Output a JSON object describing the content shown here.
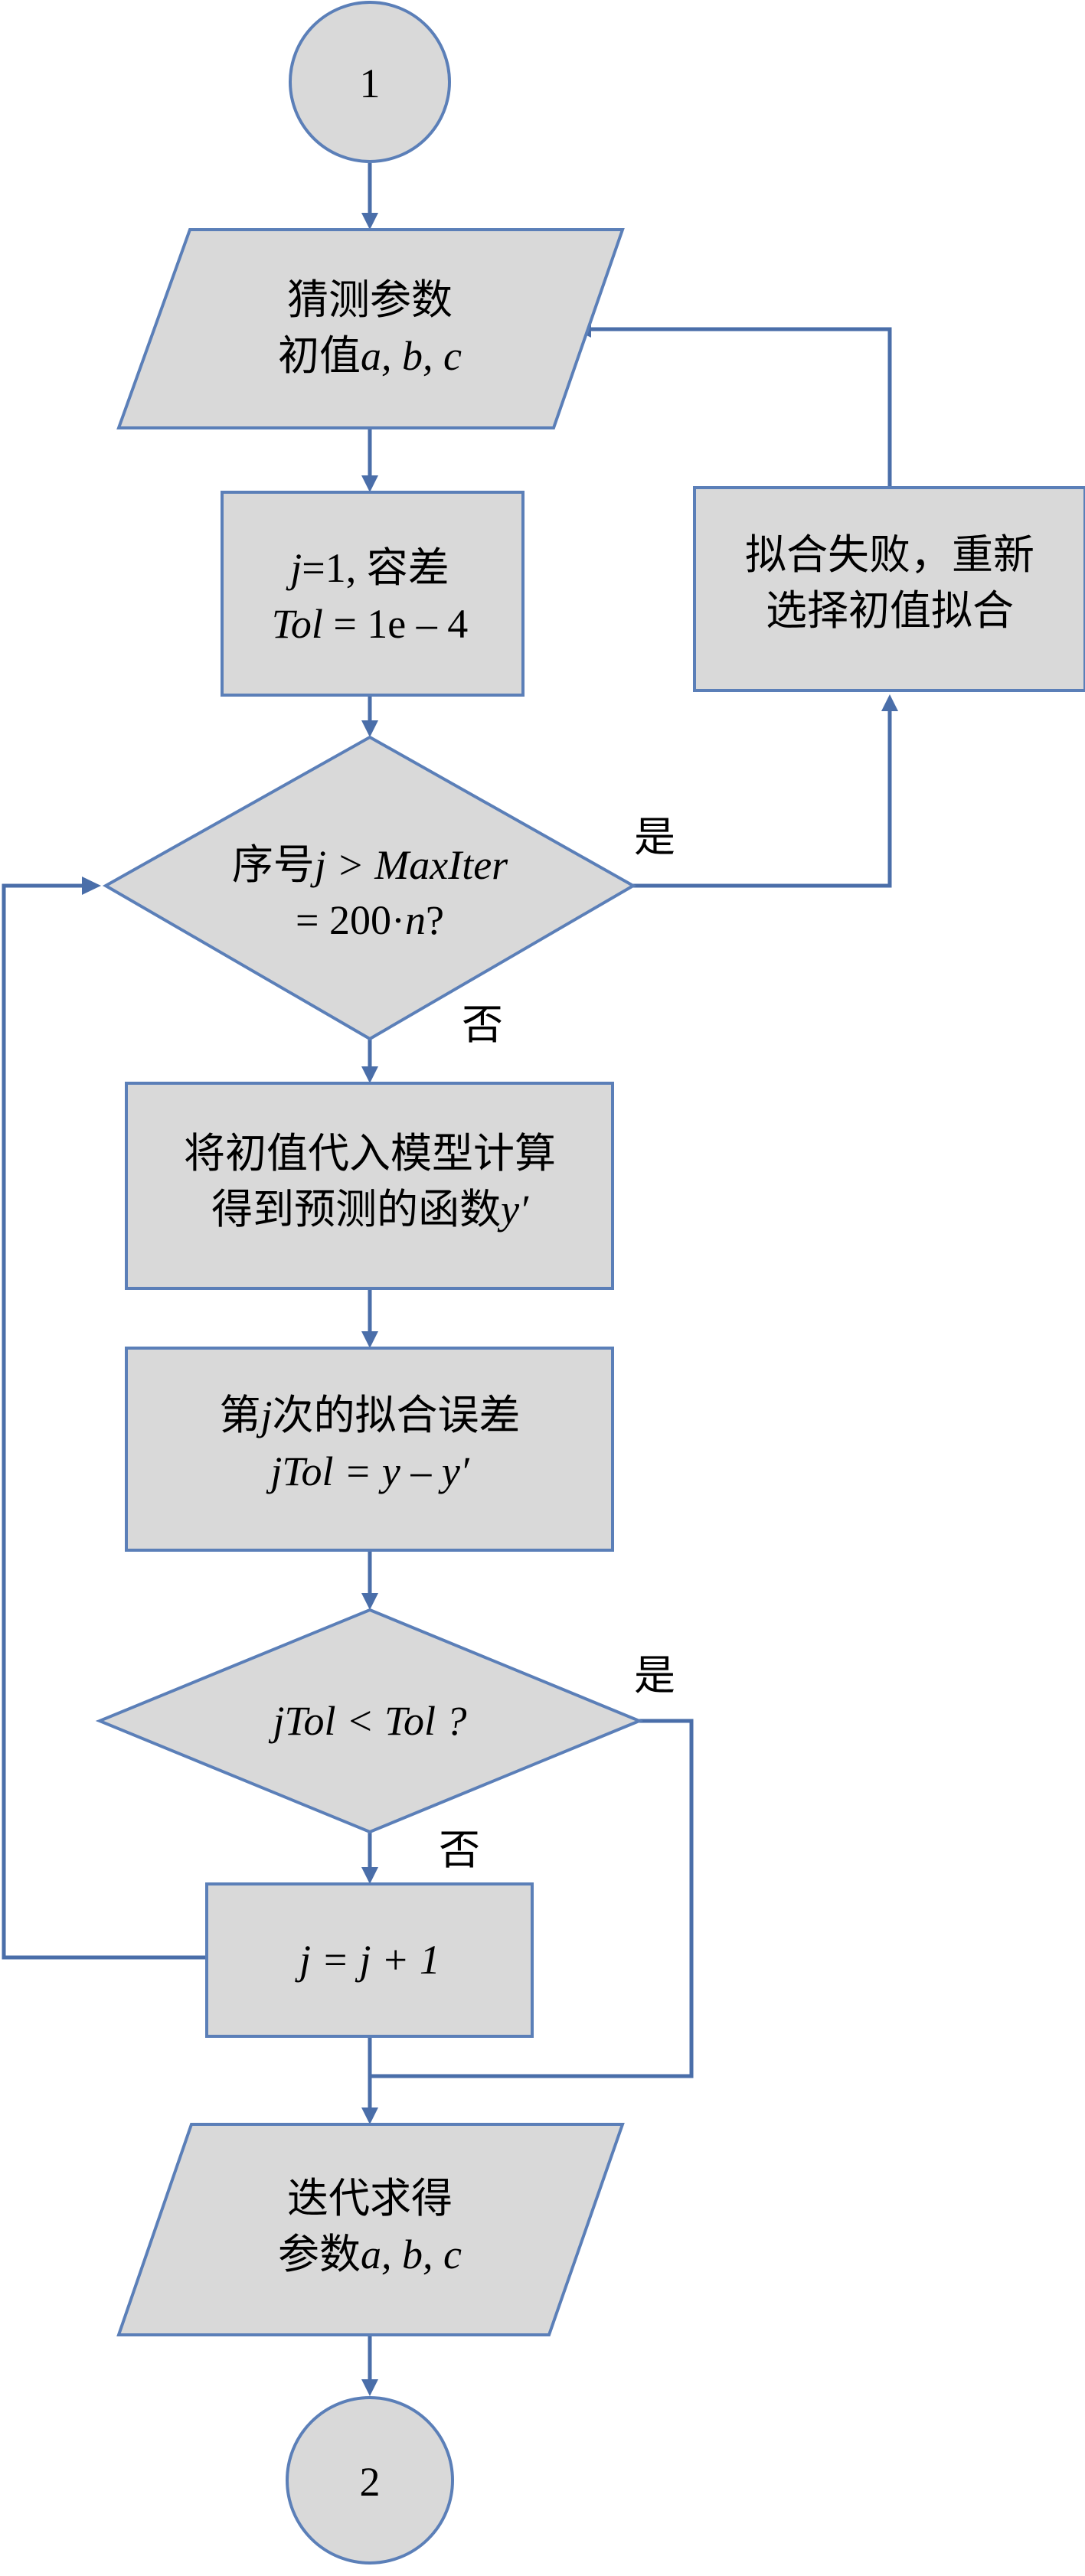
{
  "diagram": {
    "connector_top": "1",
    "connector_bottom": "2",
    "guess_params": {
      "line1": "猜测参数",
      "line2_prefix": "初值",
      "line2_vars": "a, b, c"
    },
    "init_step": {
      "line1_var": "j",
      "line1_rest": "=1, 容差",
      "line2_var": "Tol",
      "line2_rest": " = 1e – 4"
    },
    "fit_failed": {
      "line1": "拟合失败，重新",
      "line2": "选择初值拟合"
    },
    "decision_iter": {
      "line1_prefix": "序号",
      "line1_expr": "j > MaxIter",
      "line2_prefix": "= 200·",
      "line2_var": "n",
      "line2_suffix": "?"
    },
    "compute_model": {
      "line1": "将初值代入模型计算",
      "line2_prefix": "得到预测的函数",
      "line2_var": "y′"
    },
    "fit_error": {
      "line1_prefix": "第",
      "line1_var": "j",
      "line1_suffix": "次的拟合误差",
      "line2_expr": "jTol = y – y′"
    },
    "decision_tol": {
      "expr": "jTol < Tol ?"
    },
    "increment": {
      "expr": "j = j + 1"
    },
    "result": {
      "line1": "迭代求得",
      "line2_prefix": "参数",
      "line2_vars": "a, b, c"
    },
    "yes_label_1": "是",
    "no_label_1": "否",
    "yes_label_2": "是",
    "no_label_2": "否"
  },
  "colors": {
    "node_fill": "#d9d9d9",
    "node_stroke": "#5b7fb8",
    "edge_color": "#4a6ea9"
  }
}
